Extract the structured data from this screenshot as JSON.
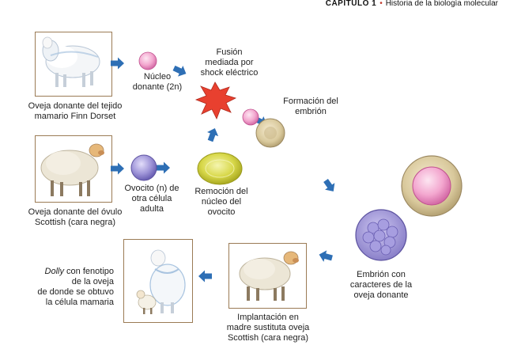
{
  "header": {
    "chapter": "CAPÍTULO 1",
    "title": "Historia de la biología molecular"
  },
  "labels": {
    "donor_mammary": [
      "Oveja donante del tejido",
      "mamario Finn Dorset"
    ],
    "nucleus_donor": [
      "Núcleo",
      "donante (2n)"
    ],
    "fusion": [
      "Fusión",
      "mediada por",
      "shock eléctrico"
    ],
    "embryo_formation": [
      "Formación del",
      "embrión"
    ],
    "donor_ovule": [
      "Oveja donante del óvulo",
      "Scottish (cara negra)"
    ],
    "oocyte": [
      "Ovocito (n) de",
      "otra célula",
      "adulta"
    ],
    "nucleus_removal": [
      "Remoción del",
      "núcleo del",
      "ovocito"
    ],
    "embryo_traits": [
      "Embrión con",
      "caracteres de la",
      "oveja donante"
    ],
    "implantation": [
      "Implantación en",
      "madre sustituta oveja",
      "Scottish (cara negra)"
    ],
    "dolly_name": "Dolly",
    "dolly_rest": " con fenotipo",
    "dolly_lines": [
      "de la oveja",
      "de donde se obtuvo",
      "la célula mamaria"
    ]
  },
  "colors": {
    "arrow": "#2e6fb5",
    "frame": "#9b7b55",
    "nucleus_pink": "#f3a7cf",
    "oocyte_purple": "#9f95d8",
    "egg_yellow": "#d8d84a",
    "shock_red": "#e8402f"
  },
  "icons": [
    "finn-dorset-sheep-icon",
    "scottish-blackface-sheep-icon",
    "dolly-with-lamb-icon",
    "surrogate-sheep-icon",
    "electric-shock-icon"
  ]
}
